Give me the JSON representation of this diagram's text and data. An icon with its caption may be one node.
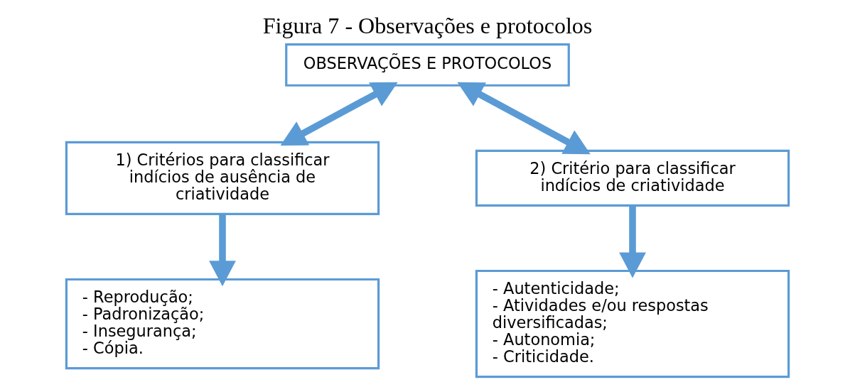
{
  "diagram": {
    "title": "Figura 7 - Observações e protocolos",
    "nodes": [
      {
        "text": [
          "OBSERVAÇÕES E PROTOCOLOS"
        ]
      },
      {
        "text": [
          "1) Critérios para classificar indícios de ausência de criatividade"
        ]
      },
      {
        "text": [
          "2) Critério para classificar indícios de criatividade"
        ]
      },
      {
        "text": [
          "- Reprodução;",
          "- Padronização;",
          "- Insegurança;",
          "- Cópia."
        ]
      },
      {
        "text": [
          "- Autenticidade;",
          "- Atividades e/ou respostas diversificadas;",
          "- Autonomia;",
          "- Criticidade."
        ]
      }
    ],
    "edges": [
      {
        "from": 0,
        "to": 1,
        "arrow": "both"
      },
      {
        "from": 0,
        "to": 2,
        "arrow": "both"
      },
      {
        "from": 1,
        "to": 3,
        "arrow": "to"
      },
      {
        "from": 2,
        "to": 4,
        "arrow": "to"
      }
    ]
  }
}
